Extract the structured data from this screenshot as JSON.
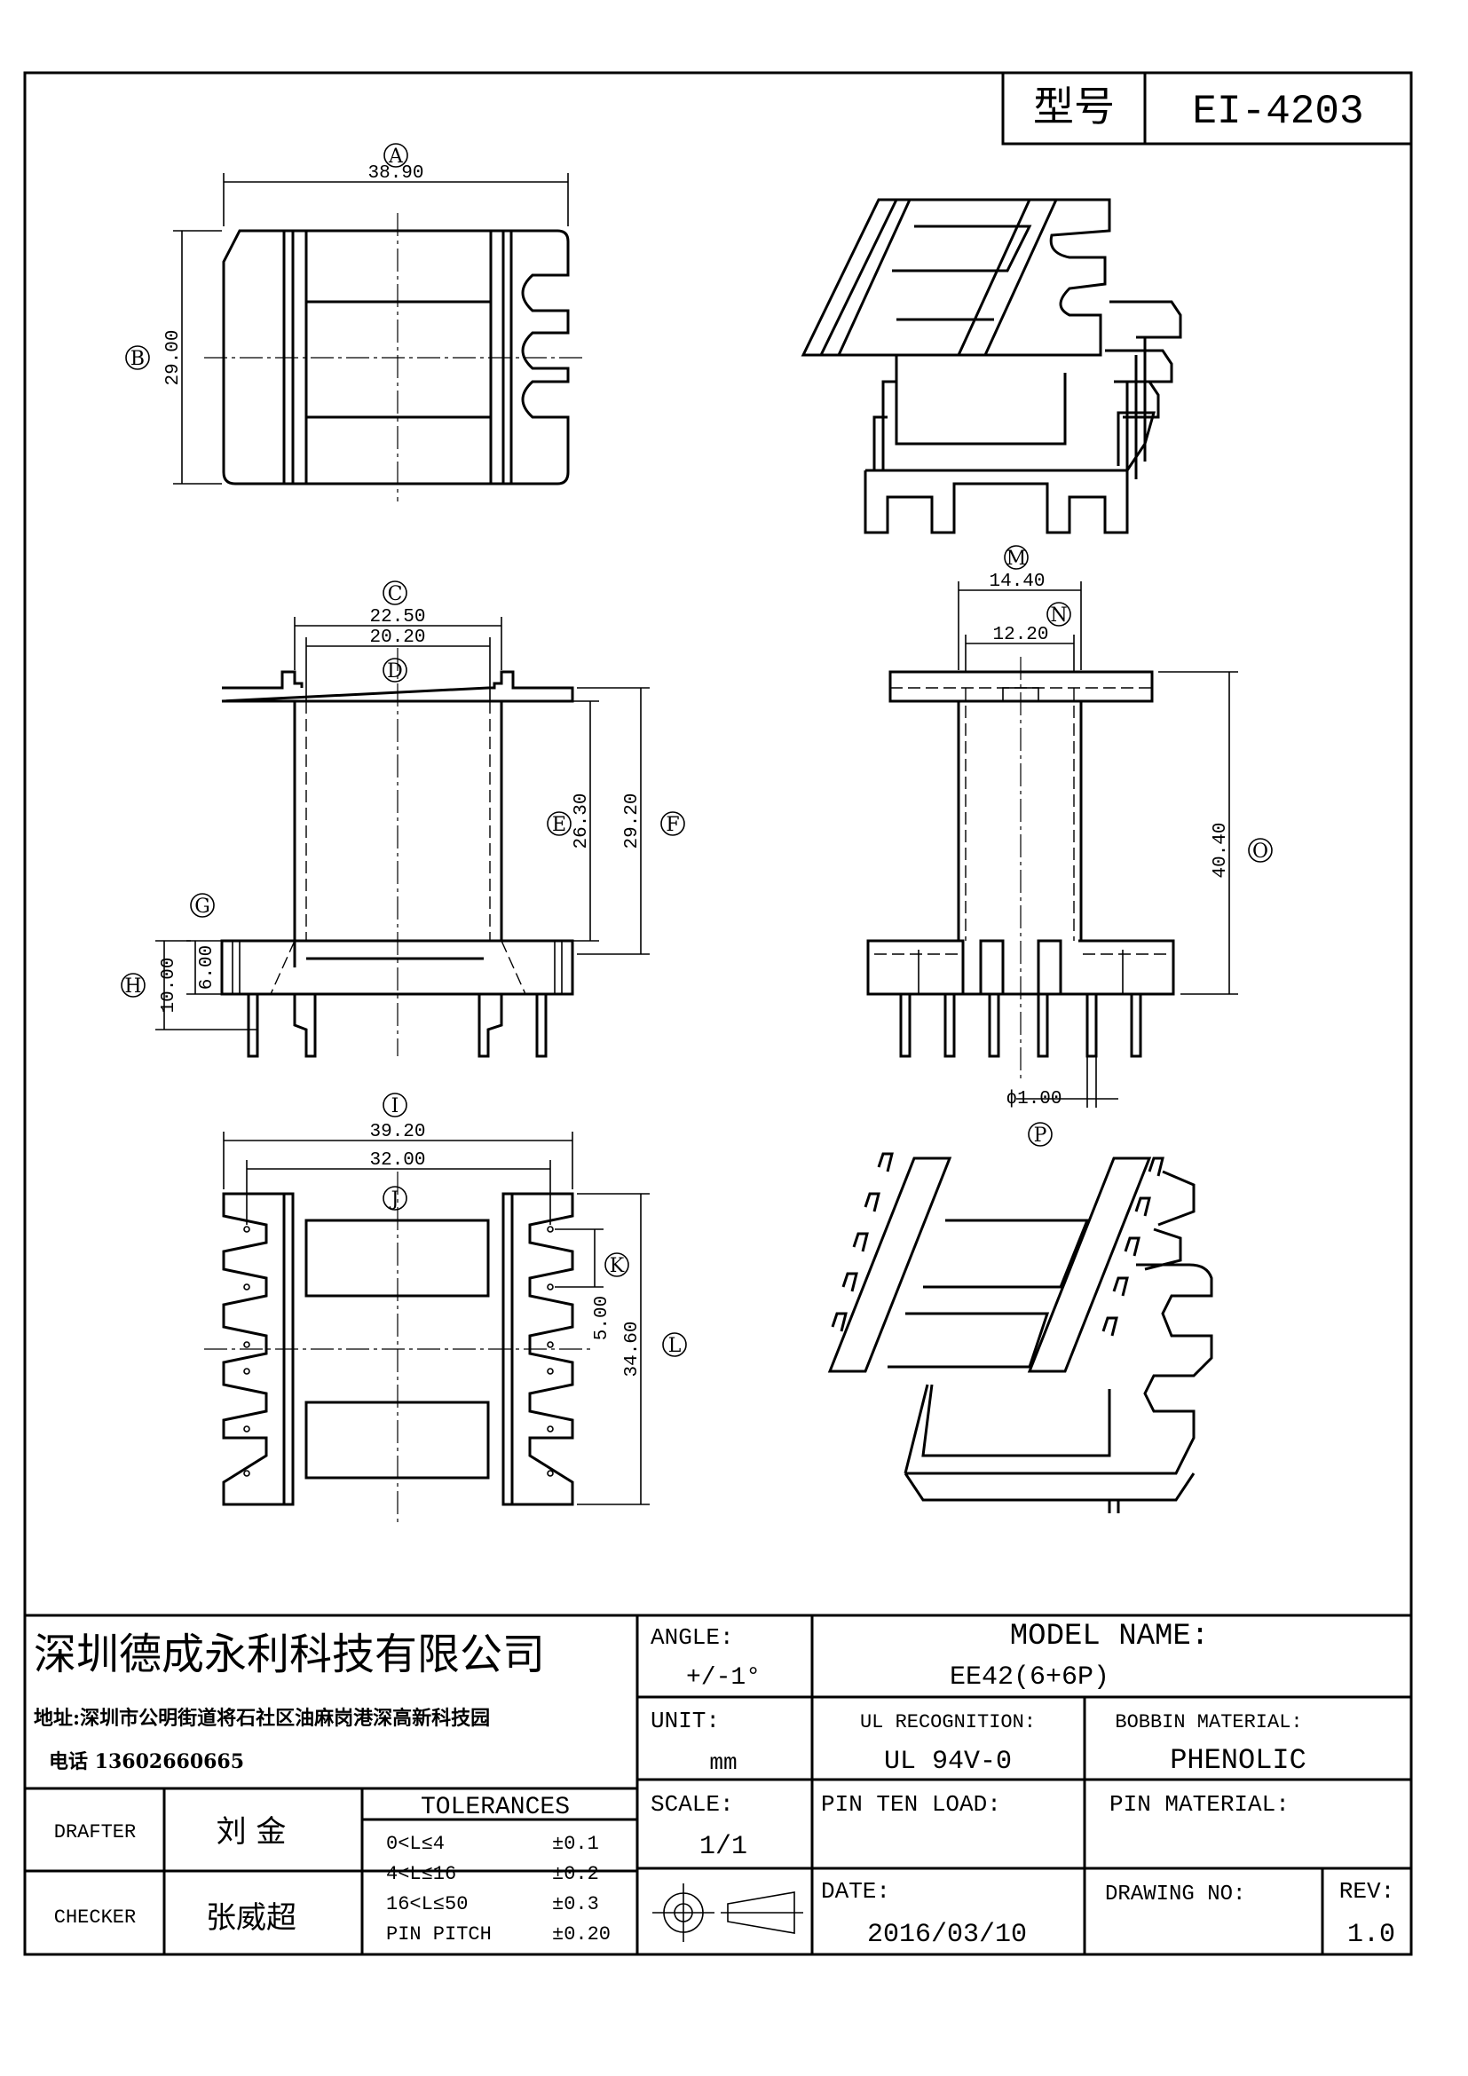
{
  "title_block": {
    "model_label": "型号",
    "model_value": "EI-4203",
    "company_name": "深圳德成永利科技有限公司",
    "address": "地址:深圳市公明街道将石社区油麻岗港深高新科技园",
    "phone": "电话 13602660665",
    "angle_label": "ANGLE:",
    "angle_value": "+/-1°",
    "unit_label": "UNIT:",
    "unit_value": "mm",
    "scale_label": "SCALE:",
    "scale_value": "1/1",
    "model_name_label": "MODEL NAME:",
    "model_name_value": "EE42(6+6P)",
    "ul_label": "UL RECOGNITION:",
    "ul_value": "UL 94V-0",
    "bobbin_material_label": "BOBBIN MATERIAL:",
    "bobbin_material_value": "PHENOLIC",
    "pin_ten_load_label": "PIN TEN LOAD:",
    "pin_material_label": "PIN MATERIAL:",
    "date_label": "DATE:",
    "date_value": "2016/03/10",
    "drawing_no_label": "DRAWING NO:",
    "rev_label": "REV:",
    "rev_value": "1.0",
    "drafter_label": "DRAFTER",
    "drafter_name": "刘 金",
    "checker_label": "CHECKER",
    "checker_name": "张威超",
    "tolerances_label": "TOLERANCES",
    "tolerances": [
      {
        "range": "0<L≤4",
        "value": "±0.1"
      },
      {
        "range": "4<L≤16",
        "value": "±0.2"
      },
      {
        "range": "16<L≤50",
        "value": "±0.3"
      },
      {
        "range": "PIN PITCH",
        "value": "±0.20"
      }
    ]
  },
  "dimensions": {
    "A": "38.90",
    "B": "29.00",
    "C": "22.50",
    "D": "20.20",
    "E": "26.30",
    "F": "29.20",
    "G": "6.00",
    "H": "10.00",
    "I": "39.20",
    "J": "32.00",
    "K": "5.00",
    "L": "34.60",
    "M": "14.40",
    "N": "12.20",
    "O": "40.40",
    "P": "ϕ1.00"
  },
  "labels": {
    "A": "A",
    "B": "B",
    "C": "C",
    "D": "D",
    "E": "E",
    "F": "F",
    "G": "G",
    "H": "H",
    "I": "I",
    "J": "J",
    "K": "K",
    "L": "L",
    "M": "M",
    "N": "N",
    "O": "O",
    "P": "P"
  }
}
